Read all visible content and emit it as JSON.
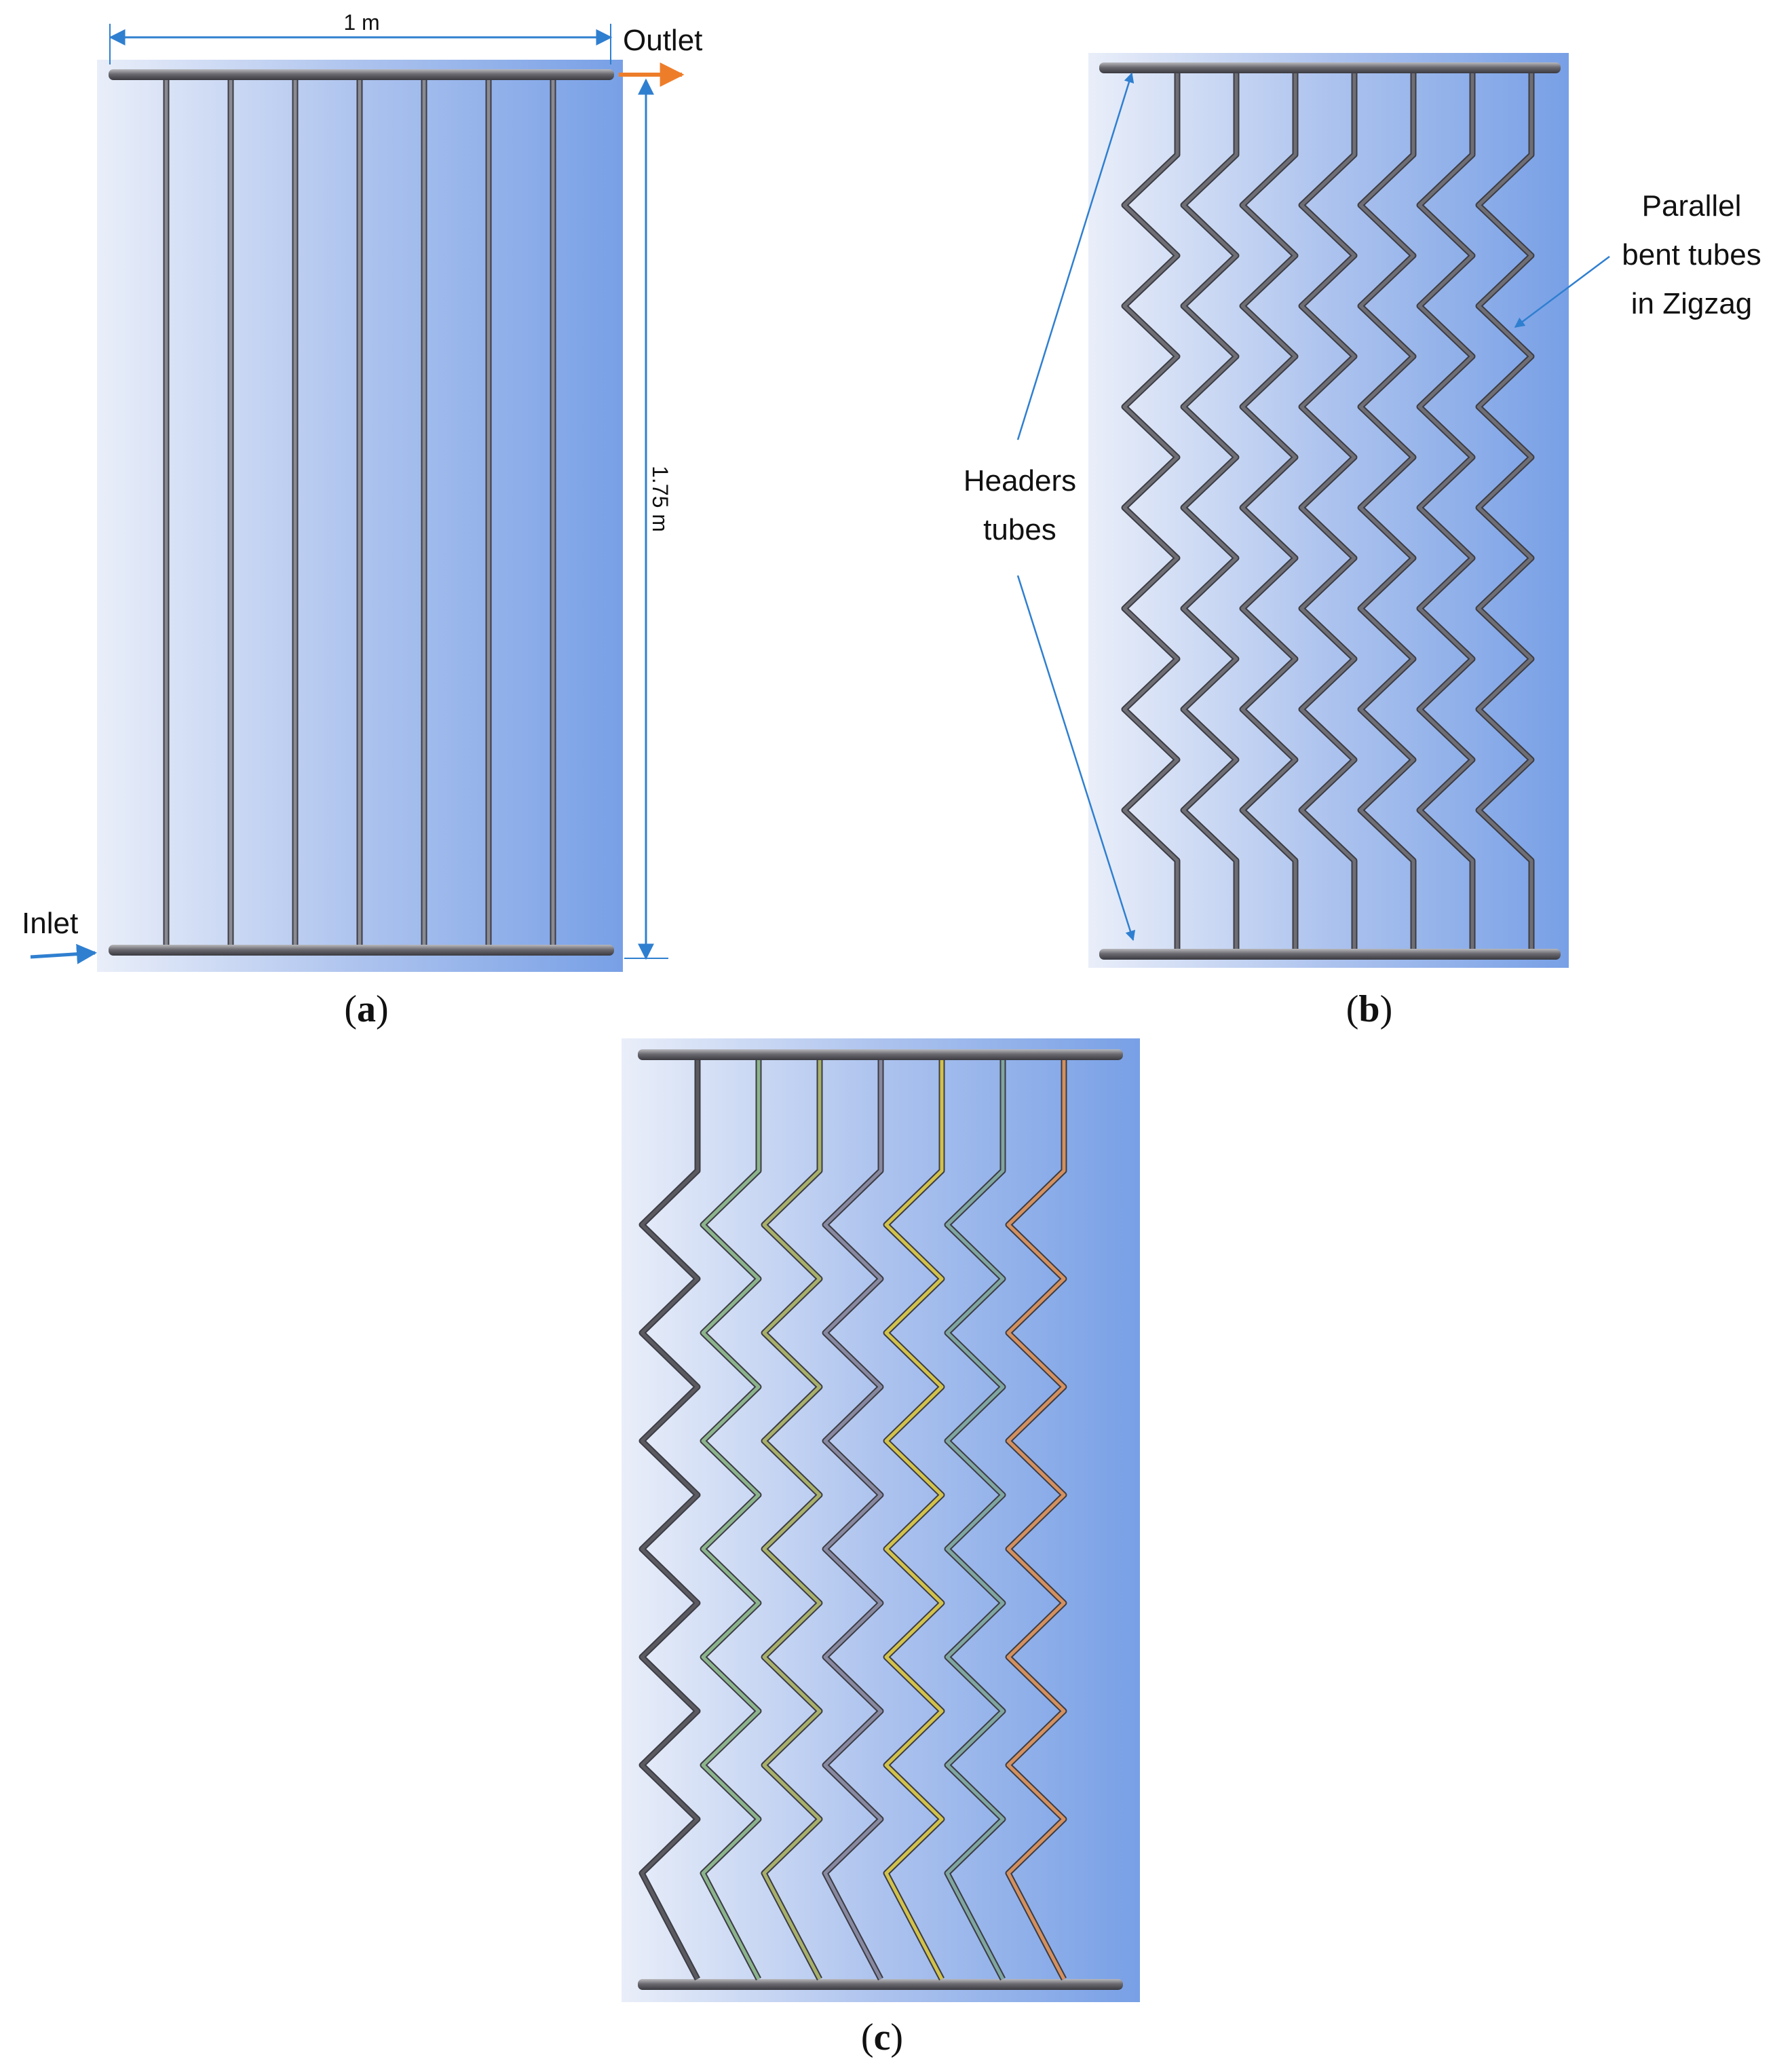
{
  "panel_a": {
    "width_label": "1 m",
    "height_label": "1.75 m",
    "outlet_label": "Outlet",
    "inlet_label": "Inlet",
    "caption_letter": "a"
  },
  "panel_b": {
    "headers_label_line1": "Headers",
    "headers_label_line2": "tubes",
    "parallel_label_line1": "Parallel",
    "parallel_label_line2": "bent tubes",
    "parallel_label_line3": "in Zigzag",
    "caption_letter": "b"
  },
  "panel_c": {
    "caption_letter": "c"
  },
  "colors": {
    "arrow_blue": "#2f7fd0",
    "outlet_arrow": "#ee7d2a",
    "tube_gray": "#6e6e74",
    "plate_light": "#e6ecf8",
    "plate_dark": "#7ba1e4",
    "tube_colors_c": [
      "#5a5a60",
      "#8cb48c",
      "#a8b06a",
      "#8888a0",
      "#d2c24a",
      "#7fa6a0",
      "#d4905e"
    ]
  },
  "icons": {
    "caption_paren": "parenthesis-glyph"
  }
}
